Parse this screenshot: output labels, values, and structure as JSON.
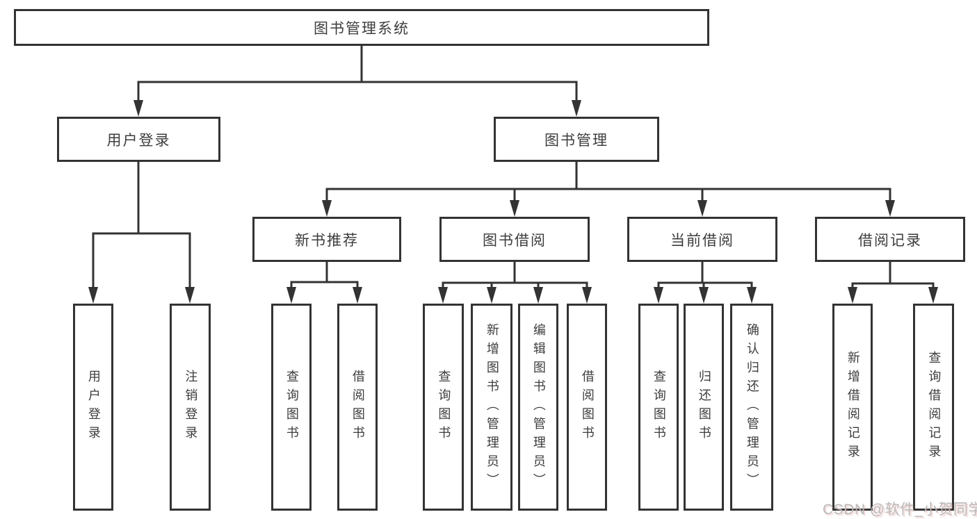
{
  "diagram": {
    "title": "图书管理系统",
    "branches": [
      {
        "label": "用户登录",
        "children": [
          {
            "label": "用户登录"
          },
          {
            "label": "注销登录"
          }
        ]
      },
      {
        "label": "图书管理",
        "children": [
          {
            "label": "新书推荐",
            "children": [
              {
                "label": "查询图书"
              },
              {
                "label": "借阅图书"
              }
            ]
          },
          {
            "label": "图书借阅",
            "children": [
              {
                "label": "查询图书"
              },
              {
                "label": "新增图书（管理员）"
              },
              {
                "label": "编辑图书（管理员）"
              },
              {
                "label": "借阅图书"
              }
            ]
          },
          {
            "label": "当前借阅",
            "children": [
              {
                "label": "查询图书"
              },
              {
                "label": "归还图书"
              },
              {
                "label": "确认归还（管理员）"
              }
            ]
          },
          {
            "label": "借阅记录",
            "children": [
              {
                "label": "新增借阅记录"
              },
              {
                "label": "查询借阅记录"
              }
            ]
          }
        ]
      }
    ]
  },
  "watermark": {
    "text": "CSDN @软件_小贺同学"
  },
  "colors": {
    "line": "#333333",
    "text": "#3d3d3d",
    "watermark": "#b9b9b9"
  }
}
